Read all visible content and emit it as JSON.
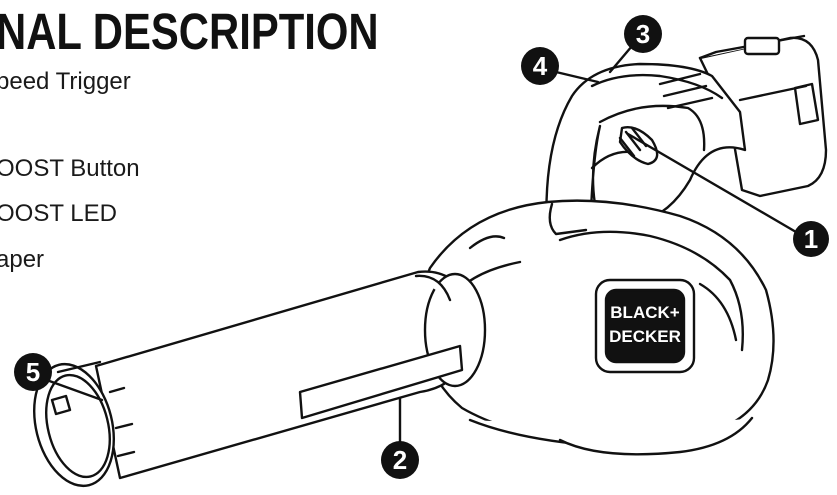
{
  "heading": "NAL DESCRIPTION",
  "items": [
    "peed Trigger",
    "OOST Button",
    "OOST LED",
    "aper"
  ],
  "callouts": [
    "1",
    "2",
    "3",
    "4",
    "5"
  ],
  "logo": [
    "BLACK+",
    "DECKER"
  ]
}
